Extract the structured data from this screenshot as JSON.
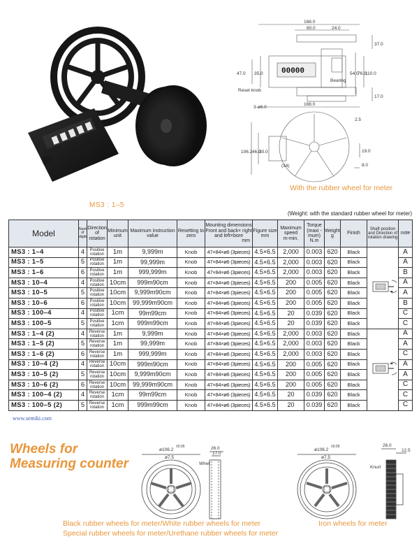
{
  "captions": {
    "rubber_meter": "With the rubber wheel for meter",
    "series": "MS3 : 1–5",
    "weight_note": "(Weight: with the standard rubber wheel for meter)",
    "site": "www.semiki.com",
    "wheels_title_line1": "Wheels for",
    "wheels_title_line2": "Measuring counter",
    "rubber_line1": "Black rubber wheels for meter/White rubber wheels for meter",
    "rubber_line2": "Special rubber wheels for meter/Urethane rubber wheels for meter",
    "iron": "Iron wheels for meter"
  },
  "drawing_labels": {
    "d168a": "168.0",
    "d60": "60.0",
    "d24": "24.0",
    "d37": "37.0",
    "d47": "47.0",
    "d35": "35.0",
    "d54": "54.0",
    "d76": "76.0",
    "d110": "110.0",
    "d17": "17.0",
    "bearing": "Bearing",
    "reset_knob": "Reset knob",
    "holes": "3-ø6.0",
    "d168b": "168.0",
    "d106": "106.2",
    "d46": "46.0",
    "d30": "30.0",
    "d34": "(34)",
    "d19": "19.0",
    "d8": "8.0",
    "d2_5": "2.5",
    "counter_display": "00000"
  },
  "wheel_labels": {
    "dia_left": "ø106.2",
    "tol_left": "±0.05",
    "bore_left": "ø7.5",
    "w26_left": "26.0",
    "w17": "17.0",
    "whet": "Whet",
    "dia_right": "ø106.2",
    "tol_right": "±0.05",
    "bore_right": "ø7.5",
    "w26_right": "26.0",
    "w12_5": "12.5",
    "knurl": "Knurl"
  },
  "table": {
    "headers": {
      "model": "Model",
      "digits": "Number of digits",
      "direction": "Direction of rotation",
      "min_unit": "Minimum unit",
      "max_value": "Maximum instruction value",
      "reset": "Resetting to zero",
      "mount_title": "Mounting dimensions",
      "mount_sub": "Front and back× right and left×bore",
      "mount_unit": "mm",
      "figure": "Figure size",
      "figure_unit": "mm",
      "speed": "Maximum speed",
      "speed_unit": "m-min.",
      "torque": "Torque (maxi -mum)",
      "torque_unit": "N.m",
      "weight": "Weight",
      "weight_unit": "g",
      "finish": "Finish",
      "shaft": "Shaft position and Direction of rotation drawing",
      "note": "note"
    },
    "rows": [
      {
        "model": "MS3 : 1–4",
        "digits": "4",
        "dir": "Positive rotation",
        "unit": "1m",
        "max": "9,999m",
        "reset": "Knob",
        "mount": "47×84×ø6 (3pieces)",
        "fig": "4.5×6.5",
        "speed": "2,000",
        "torque": "0.003",
        "weight": "620",
        "finish": "Black",
        "note": "A"
      },
      {
        "model": "MS3 : 1–5",
        "digits": "5",
        "dir": "Positive rotation",
        "unit": "1m",
        "max": "99,999m",
        "reset": "Knob",
        "mount": "47×84×ø6 (3pieces)",
        "fig": "4.5×6.5",
        "speed": "2,000",
        "torque": "0.003",
        "weight": "620",
        "finish": "Black",
        "note": "A"
      },
      {
        "model": "MS3 : 1–6",
        "digits": "6",
        "dir": "Positive rotation",
        "unit": "1m",
        "max": "999,999m",
        "reset": "Knob",
        "mount": "47×84×ø6 (3pieces)",
        "fig": "4.5×6.5",
        "speed": "2,000",
        "torque": "0.003",
        "weight": "620",
        "finish": "Black",
        "note": "B"
      },
      {
        "model": "MS3 : 10–4",
        "digits": "4",
        "dir": "Positive rotation",
        "unit": "10cm",
        "max": "999m90cm",
        "reset": "Knob",
        "mount": "47×84×ø6 (3pieces)",
        "fig": "4.5×6.5",
        "speed": "200",
        "torque": "0.005",
        "weight": "620",
        "finish": "Black",
        "note": "A"
      },
      {
        "model": "MS3 : 10–5",
        "digits": "5",
        "dir": "Positive rotation",
        "unit": "10cm",
        "max": "9,999m90cm",
        "reset": "Knob",
        "mount": "47×84×ø6 (3pieces)",
        "fig": "4.5×6.5",
        "speed": "200",
        "torque": "0.005",
        "weight": "620",
        "finish": "Black",
        "note": "A"
      },
      {
        "model": "MS3 : 10–6",
        "digits": "6",
        "dir": "Positive rotation",
        "unit": "10cm",
        "max": "99,999m90cm",
        "reset": "Knob",
        "mount": "47×84×ø6 (3pieces)",
        "fig": "4.5×6.5",
        "speed": "200",
        "torque": "0.005",
        "weight": "620",
        "finish": "Black",
        "note": "B"
      },
      {
        "model": "MS3 : 100–4",
        "digits": "4",
        "dir": "Positive rotation",
        "unit": "1cm",
        "max": "99m99cm",
        "reset": "Knob",
        "mount": "47×84×ø6 (3pieces)",
        "fig": "4.5×6.5",
        "speed": "20",
        "torque": "0.039",
        "weight": "620",
        "finish": "Black",
        "note": "C"
      },
      {
        "model": "MS3 : 100–5",
        "digits": "5",
        "dir": "Positive rotation",
        "unit": "1cm",
        "max": "999m99cm",
        "reset": "Knob",
        "mount": "47×84×ø6 (3pieces)",
        "fig": "4.5×6.5",
        "speed": "20",
        "torque": "0.039",
        "weight": "620",
        "finish": "Black",
        "note": "C"
      },
      {
        "model": "MS3 : 1–4 (2)",
        "digits": "4",
        "dir": "Reverse rotation",
        "unit": "1m",
        "max": "9,999m",
        "reset": "Knob",
        "mount": "47×84×ø6 (3pieces)",
        "fig": "4.5×6.5",
        "speed": "2,000",
        "torque": "0.003",
        "weight": "620",
        "finish": "Black",
        "note": "A"
      },
      {
        "model": "MS3 : 1–5 (2)",
        "digits": "5",
        "dir": "Reverse rotation",
        "unit": "1m",
        "max": "99,999m",
        "reset": "Knob",
        "mount": "47×84×ø6 (3pieces)",
        "fig": "4.5×6.5",
        "speed": "2,000",
        "torque": "0.003",
        "weight": "620",
        "finish": "Black",
        "note": "A"
      },
      {
        "model": "MS3 : 1–6 (2)",
        "digits": "6",
        "dir": "Reverse rotation",
        "unit": "1m",
        "max": "999,999m",
        "reset": "Knob",
        "mount": "47×84×ø6 (3pieces)",
        "fig": "4.5×6.5",
        "speed": "2,000",
        "torque": "0.003",
        "weight": "620",
        "finish": "Black",
        "note": "C"
      },
      {
        "model": "MS3 : 10–4 (2)",
        "digits": "4",
        "dir": "Reverse rotation",
        "unit": "10cm",
        "max": "999m90cm",
        "reset": "Knob",
        "mount": "47×84×ø6 (3pieces)",
        "fig": "4.5×6.5",
        "speed": "200",
        "torque": "0.005",
        "weight": "620",
        "finish": "Black",
        "note": "A"
      },
      {
        "model": "MS3 : 10–5 (2)",
        "digits": "5",
        "dir": "Reverse rotation",
        "unit": "10cm",
        "max": "9,999m90cm",
        "reset": "Knob",
        "mount": "47×84×ø6 (3pieces)",
        "fig": "4.5×6.5",
        "speed": "200",
        "torque": "0.005",
        "weight": "620",
        "finish": "Black",
        "note": "A"
      },
      {
        "model": "MS3 : 10–6 (2)",
        "digits": "6",
        "dir": "Reverse rotation",
        "unit": "10cm",
        "max": "99,999m90cm",
        "reset": "Knob",
        "mount": "47×84×ø6 (3pieces)",
        "fig": "4.5×6.5",
        "speed": "200",
        "torque": "0.005",
        "weight": "620",
        "finish": "Black",
        "note": "C"
      },
      {
        "model": "MS3 : 100–4 (2)",
        "digits": "4",
        "dir": "Reverse rotation",
        "unit": "1cm",
        "max": "99m99cm",
        "reset": "Knob",
        "mount": "47×84×ø6 (3pieces)",
        "fig": "4.5×6.5",
        "speed": "20",
        "torque": "0.039",
        "weight": "620",
        "finish": "Black",
        "note": "C"
      },
      {
        "model": "MS3 : 100–5 (2)",
        "digits": "5",
        "dir": "Reverse rotation",
        "unit": "1cm",
        "max": "999m99cm",
        "reset": "Knob",
        "mount": "47×84×ø6 (3pieces)",
        "fig": "4.5×6.5",
        "speed": "20",
        "torque": "0.039",
        "weight": "620",
        "finish": "Black",
        "note": "C"
      }
    ]
  },
  "colors": {
    "accent_orange": "#e8963a",
    "header_bg": "#e3e8ef",
    "link_blue": "#3a56b0"
  }
}
